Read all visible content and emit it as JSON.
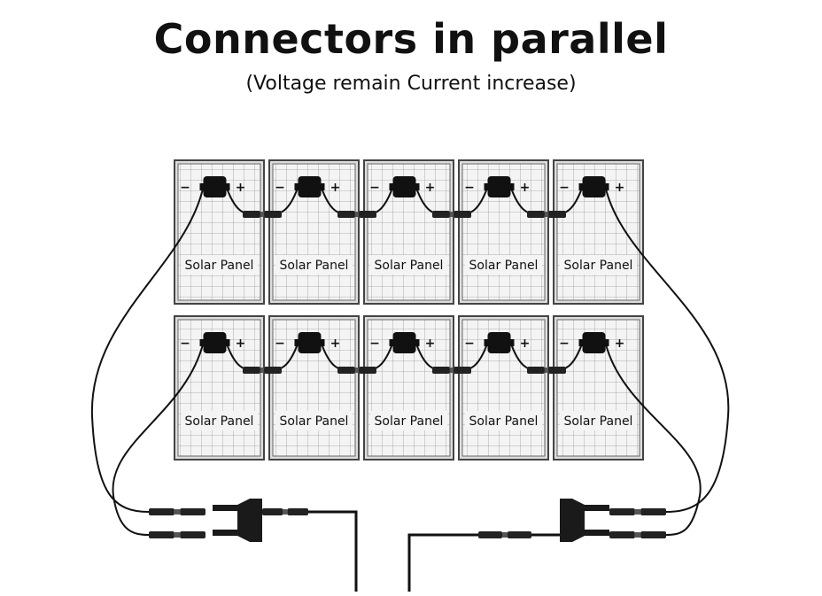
{
  "title": "Connectors in parallel",
  "subtitle": "(Voltage remain Current increase)",
  "panel_label": "Solar Panel",
  "minus_sign": "−",
  "plus_sign": "+",
  "rows": 2,
  "panels_per_row": 5,
  "colors": {
    "line": "#111111",
    "grid": "#888888",
    "panel_bg": "#f4f4f4",
    "frame": "#555555"
  }
}
